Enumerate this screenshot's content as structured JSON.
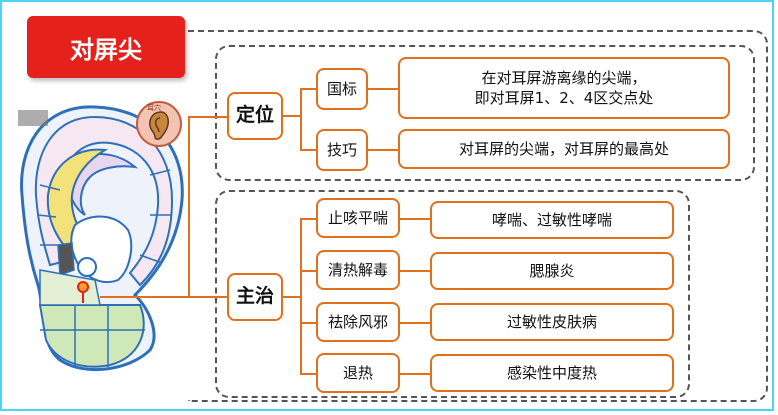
{
  "title": "对屏尖",
  "icon_label": "耳穴",
  "sections": {
    "location": {
      "label": "定位",
      "items": [
        {
          "label": "国标",
          "value_line1": "在对耳屏游离缘的尖端，",
          "value_line2": "即对耳屏1、2、4区交点处"
        },
        {
          "label": "技巧",
          "value_line1": "对耳屏的尖端，对耳屏的最高处",
          "value_line2": ""
        }
      ]
    },
    "indications": {
      "label": "主治",
      "items": [
        {
          "label": "止咳平喘",
          "value": "哮喘、过敏性哮喘"
        },
        {
          "label": "清热解毒",
          "value": "腮腺炎"
        },
        {
          "label": "祛除风邪",
          "value": "过敏性皮肤病"
        },
        {
          "label": "退热",
          "value": "感染性中度热"
        }
      ]
    }
  },
  "colors": {
    "title_bg": "#e6201b",
    "connector": "#e0701b",
    "frame": "#4fd3f2",
    "ear_blue": "#2f6fb8",
    "acupoint": "#e6201b"
  }
}
